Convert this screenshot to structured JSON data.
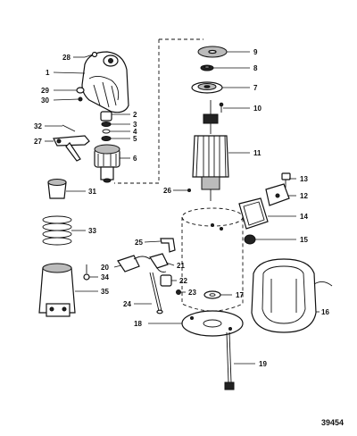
{
  "figure_number": "39454",
  "callouts": [
    {
      "label": "1"
    },
    {
      "label": "2"
    },
    {
      "label": "3"
    },
    {
      "label": "4"
    },
    {
      "label": "5"
    },
    {
      "label": "6"
    },
    {
      "label": "7"
    },
    {
      "label": "8"
    },
    {
      "label": "9"
    },
    {
      "label": "10"
    },
    {
      "label": "11"
    },
    {
      "label": "12"
    },
    {
      "label": "13"
    },
    {
      "label": "14"
    },
    {
      "label": "15"
    },
    {
      "label": "16"
    },
    {
      "label": "17"
    },
    {
      "label": "18"
    },
    {
      "label": "19"
    },
    {
      "label": "20"
    },
    {
      "label": "21"
    },
    {
      "label": "22"
    },
    {
      "label": "23"
    },
    {
      "label": "24"
    },
    {
      "label": "25"
    },
    {
      "label": "26"
    },
    {
      "label": "27"
    },
    {
      "label": "28"
    },
    {
      "label": "29"
    },
    {
      "label": "30"
    },
    {
      "label": "31"
    },
    {
      "label": "32"
    },
    {
      "label": "33"
    },
    {
      "label": "34"
    },
    {
      "label": "35"
    }
  ]
}
